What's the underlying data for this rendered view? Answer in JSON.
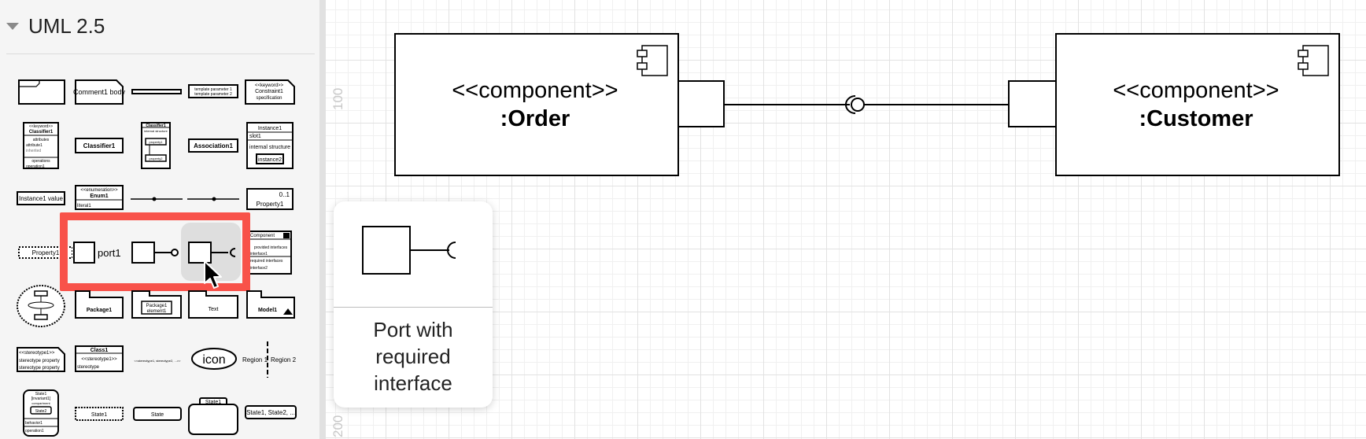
{
  "sidebar": {
    "title": "UML 2.5",
    "shapes": {
      "comment": "Comment1 body",
      "template_params": [
        "template parameter 1",
        "template parameter 2"
      ],
      "constraint": [
        "<<keyword>>",
        "Constraint1",
        "specification"
      ],
      "classifier_box": [
        "<<keyword>>",
        "Classifier1",
        "attributes",
        "attribute1",
        "inherited",
        "operations",
        "operation1"
      ],
      "classifier": "Classifier1",
      "classifier_internal": [
        "Classifier1",
        "internal structure",
        "property1",
        "property2"
      ],
      "association": "Association1",
      "instance_spec": [
        "Instance1",
        "slot1",
        "internal structure",
        "instance2"
      ],
      "instance_value": "Instance1 value",
      "enumeration": [
        "<<enumeration>>",
        "Enum1",
        "literal1"
      ],
      "property_multiplicity": [
        "0..1",
        "Property1"
      ],
      "property_dashed": "Property1",
      "port": "port1",
      "component_box": [
        "Component",
        "provided interfaces",
        "interface1",
        "required interfaces",
        "interface2"
      ],
      "package": "Package1",
      "package_element": [
        "Package1",
        "element1"
      ],
      "package_text": "Text",
      "model": "Model1",
      "stereotype": [
        "<<stereotype1>>",
        "stereotype property",
        "stereotype property"
      ],
      "class_stereo": [
        "Class1",
        "<<stereotype1>>",
        "stereotype"
      ],
      "stereo_inline": "<<stereotype1, stereotype2, ...>>",
      "icon": "icon",
      "regions": [
        "Region 1",
        "Region 2"
      ],
      "state_box": [
        "State1",
        "[invariant1]",
        "compartment",
        "State2",
        "behavior1",
        "operation1"
      ],
      "state_dashed": "State1",
      "state_plain": "State",
      "state_tab": "State1",
      "state_list": "State1, State2, ..."
    }
  },
  "ruler": {
    "label_top": "100",
    "label_bottom": "200"
  },
  "diagram": {
    "left_component": {
      "stereotype": "<<component>>",
      "name": ":Order"
    },
    "right_component": {
      "stereotype": "<<component>>",
      "name": ":Customer"
    }
  },
  "tooltip": {
    "lines": [
      "Port with",
      "required",
      "interface"
    ]
  },
  "colors": {
    "highlight": "#f8524a",
    "grid": "#e2e2e2",
    "sidebar_bg": "#f5f5f5"
  }
}
